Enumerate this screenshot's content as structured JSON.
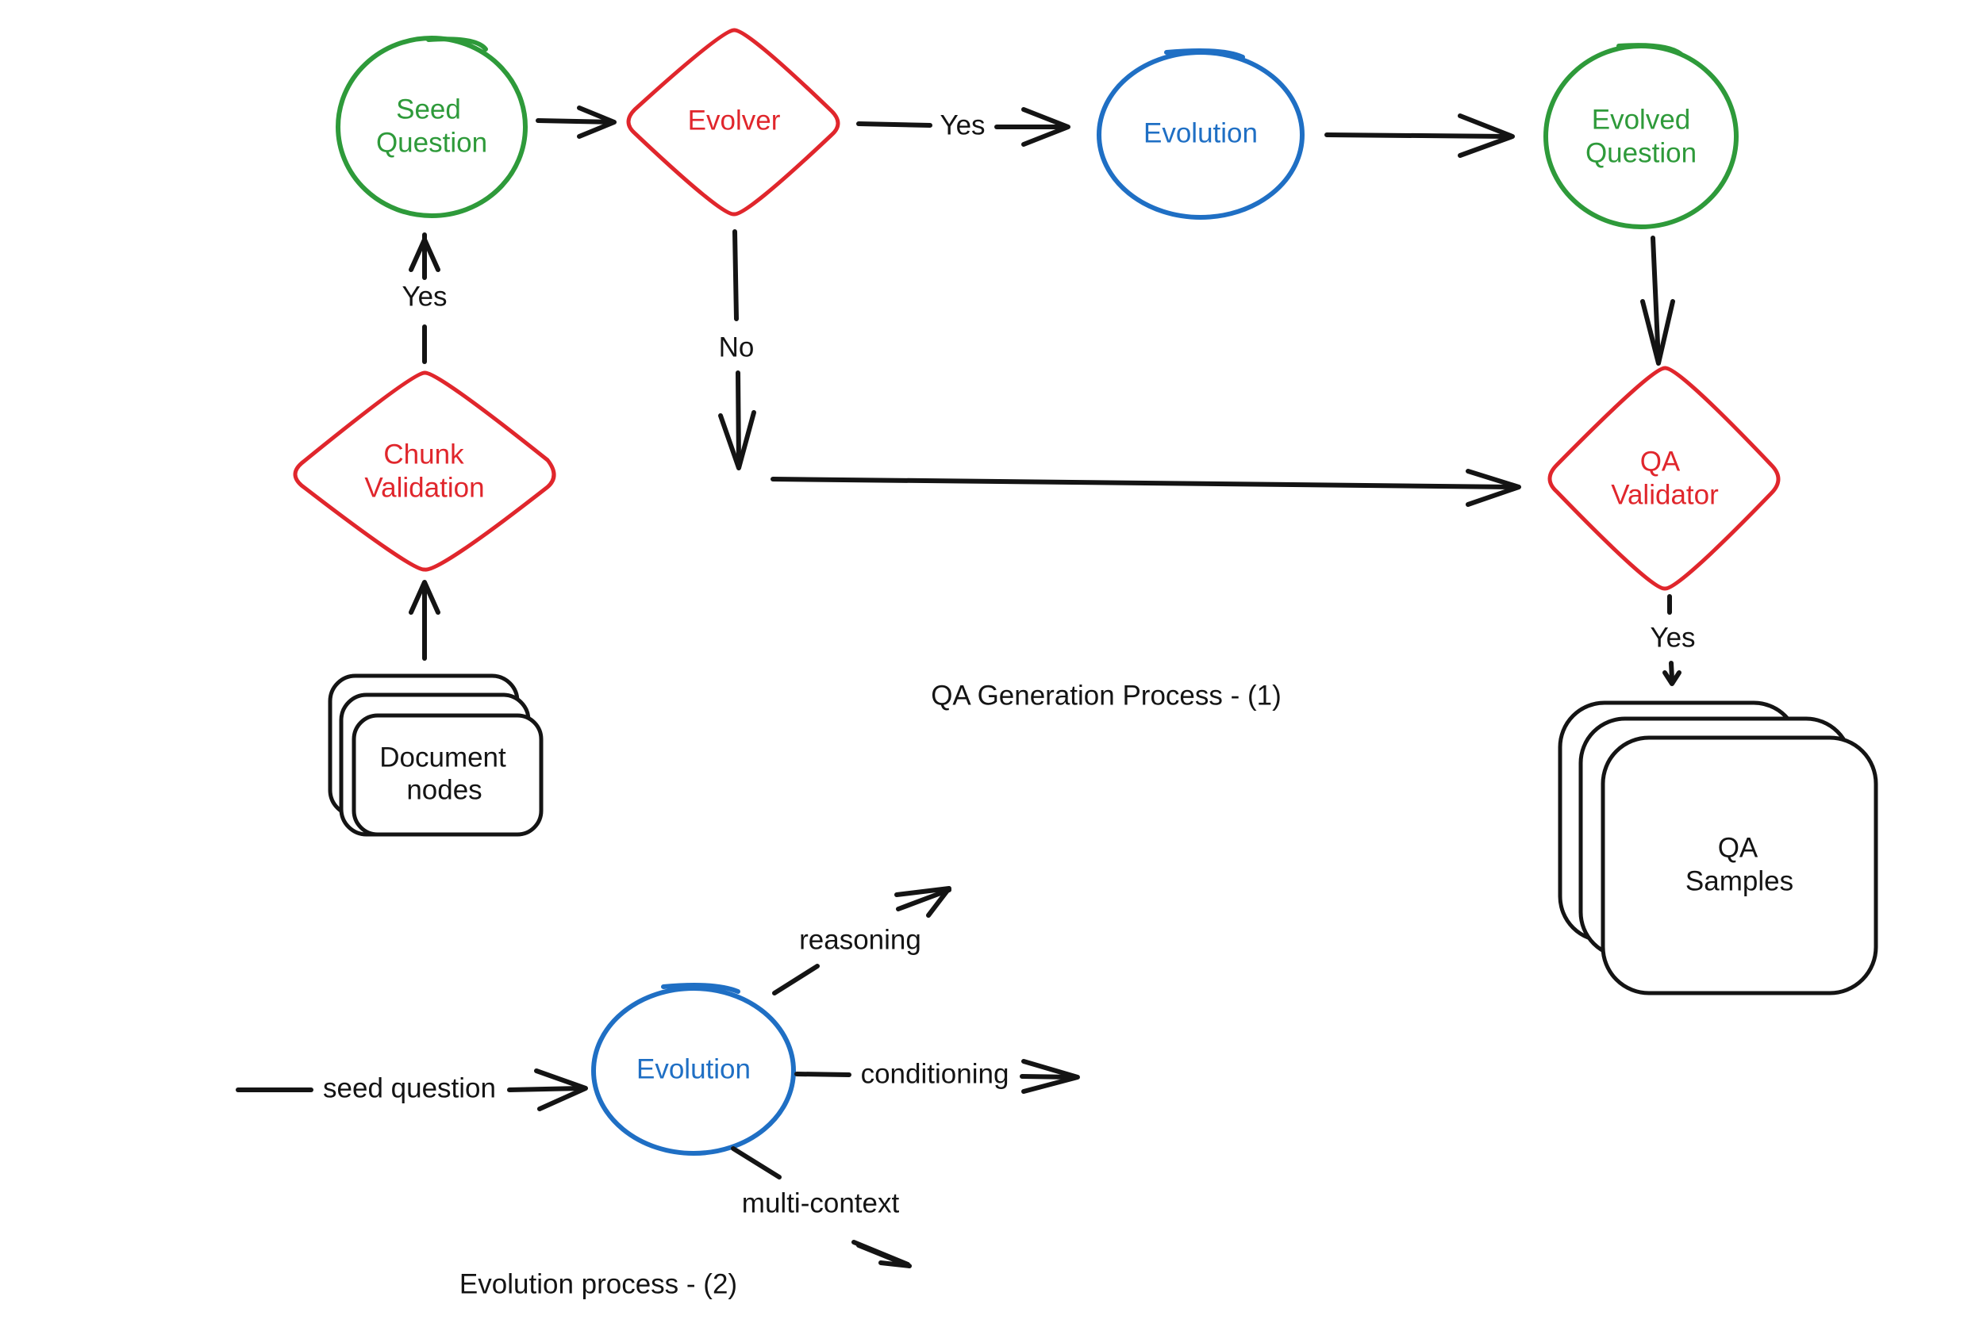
{
  "colors": {
    "green": "#2e9a3a",
    "red": "#e0262c",
    "blue": "#1f6fc4",
    "ink": "#141414"
  },
  "nodes": {
    "seed_question": {
      "line1": "Seed",
      "line2": "Question"
    },
    "evolver": {
      "label": "Evolver"
    },
    "evolution_top": {
      "label": "Evolution"
    },
    "evolved_question": {
      "line1": "Evolved",
      "line2": "Question"
    },
    "chunk_validation": {
      "line1": "Chunk",
      "line2": "Validation"
    },
    "qa_validator": {
      "line1": "QA",
      "line2": "Validator"
    },
    "document_nodes": {
      "line1": "Document",
      "line2": "nodes"
    },
    "qa_samples": {
      "line1": "QA",
      "line2": "Samples"
    },
    "evolution_bottom": {
      "label": "Evolution"
    }
  },
  "edges": {
    "evolver_yes": "Yes",
    "evolver_no": "No",
    "chunk_yes": "Yes",
    "qa_yes": "Yes",
    "seed_question_in": "seed question",
    "reasoning": "reasoning",
    "conditioning": "conditioning",
    "multi_context": "multi-context"
  },
  "captions": {
    "process_1": "QA Generation Process - (1)",
    "process_2": "Evolution process - (2)"
  }
}
